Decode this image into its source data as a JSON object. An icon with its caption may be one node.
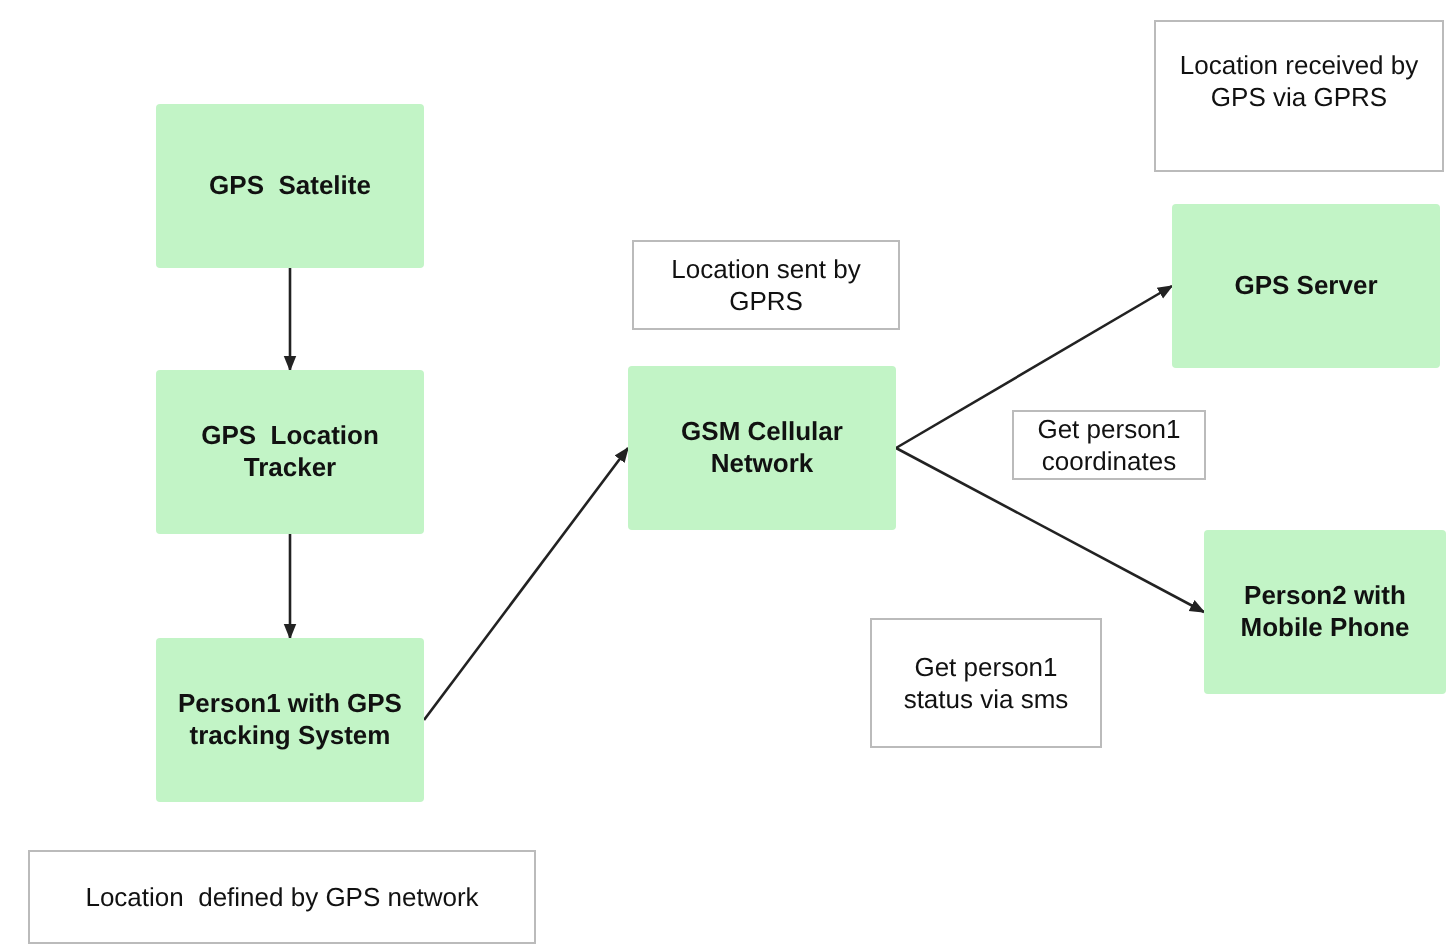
{
  "diagram": {
    "nodes": [
      {
        "text": [
          "GPS  Satelite"
        ]
      },
      {
        "text": [
          "GPS  Location Tracker"
        ]
      },
      {
        "text": [
          "Person1 with GPS tracking System"
        ]
      },
      {
        "text": [
          "GSM Cellular Network"
        ]
      },
      {
        "text": [
          "GPS Server"
        ]
      },
      {
        "text": [
          "Person2 with Mobile Phone"
        ]
      },
      {
        "text": [
          "Location received by GPS via GPRS"
        ]
      },
      {
        "text": [
          "Location sent by GPRS"
        ]
      },
      {
        "text": [
          "Get person1 coordinates"
        ]
      },
      {
        "text": [
          "Get person1 status via sms"
        ]
      },
      {
        "text": [
          "Location  defined by GPS network"
        ]
      }
    ],
    "edges": [
      {
        "from": 0,
        "to": 1,
        "arrow": "to"
      },
      {
        "from": 1,
        "to": 2,
        "arrow": "to"
      },
      {
        "from": 2,
        "to": 3,
        "arrow": "to"
      },
      {
        "from": 3,
        "to": 4,
        "arrow": "to"
      },
      {
        "from": 3,
        "to": 5,
        "arrow": "to"
      }
    ]
  }
}
